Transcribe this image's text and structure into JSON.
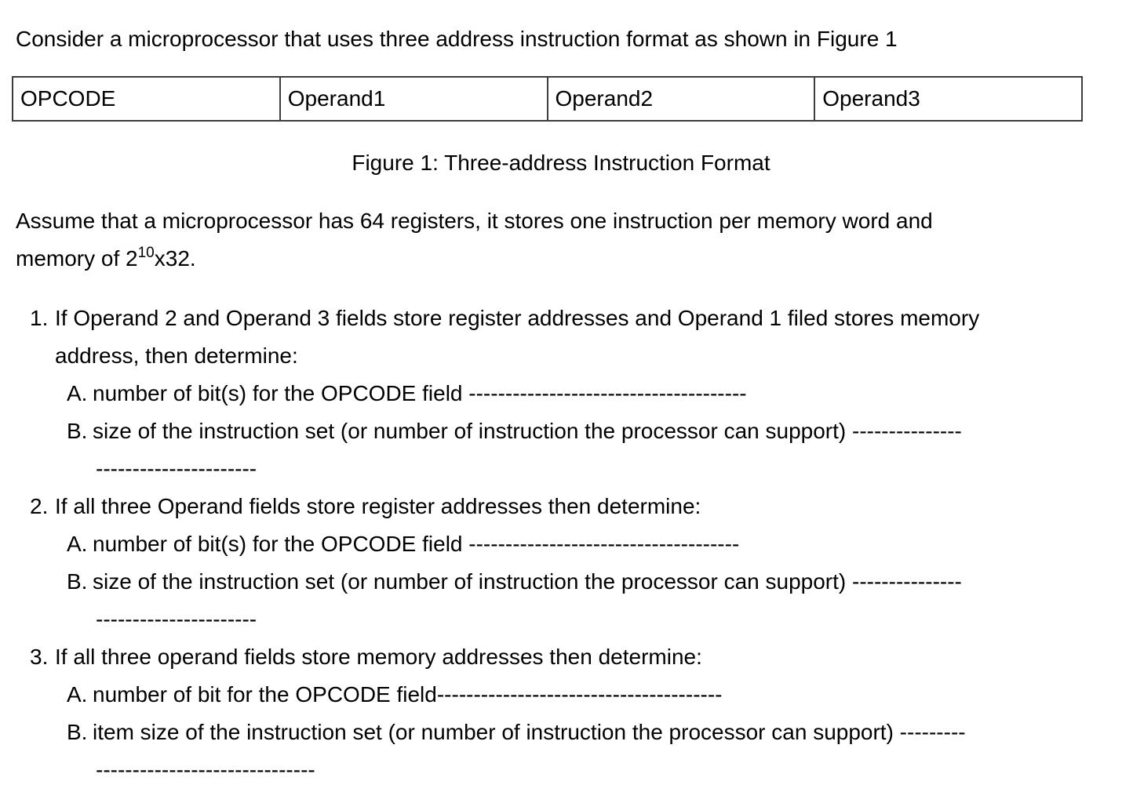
{
  "title": "Consider a microprocessor that uses three address instruction format as shown in Figure 1",
  "figure_table": {
    "cells": [
      "OPCODE",
      "Operand1",
      "Operand2",
      "Operand3"
    ]
  },
  "figure_caption": "Figure 1: Three-address Instruction Format",
  "assumption": {
    "line1": "Assume that a microprocessor has 64 registers, it stores one instruction per memory word and",
    "line2_pre": "memory of 2",
    "line2_sup": "10",
    "line2_post": "x32."
  },
  "questions": [
    {
      "number": "1.",
      "lines": [
        "If Operand 2 and Operand 3 fields store register addresses and Operand 1 filed stores memory",
        "address, then determine:"
      ],
      "items": [
        {
          "label": "A.",
          "line1": "number of bit(s) for the OPCODE field --------------------------------------",
          "line2": ""
        },
        {
          "label": "B.",
          "line1": "size of the instruction set (or number of instruction the processor can support) ---------------",
          "line2": "----------------------"
        }
      ]
    },
    {
      "number": "2.",
      "lines": [
        "If all three Operand fields store register addresses then determine:"
      ],
      "items": [
        {
          "label": "A.",
          "line1": "number of bit(s) for the OPCODE field -------------------------------------",
          "line2": ""
        },
        {
          "label": "B.",
          "line1": "size of the instruction set (or number of instruction the processor can support) ---------------",
          "line2": "----------------------"
        }
      ]
    },
    {
      "number": "3.",
      "lines": [
        "If all three operand fields store memory addresses then determine:"
      ],
      "items": [
        {
          "label": "A.",
          "line1": "number of bit for the OPCODE field---------------------------------------",
          "line2": ""
        },
        {
          "label": "B.",
          "line1": "item size of the instruction set (or number of instruction the processor can support) ---------",
          "line2": "------------------------------"
        }
      ]
    }
  ]
}
